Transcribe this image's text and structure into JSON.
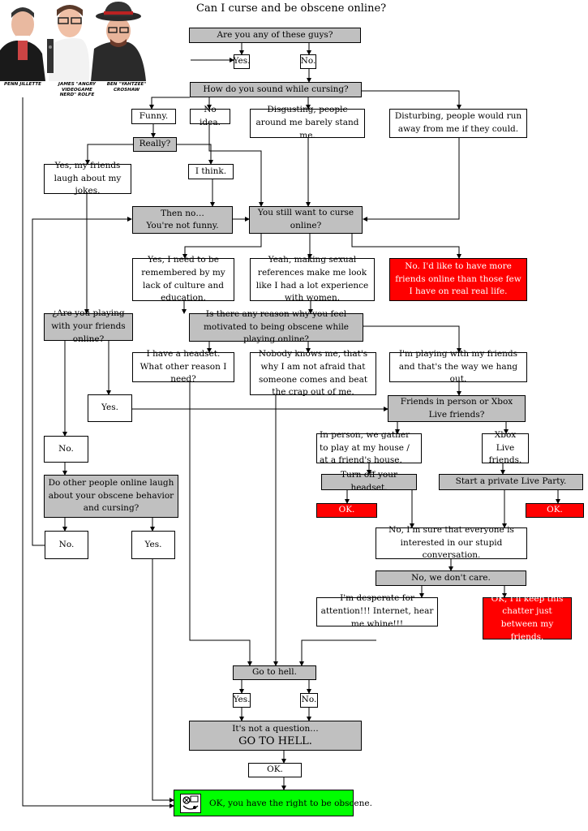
{
  "title": "Can I curse and be obscene online?",
  "captions": {
    "penn": "PENN JILLETTE",
    "james": "JAMES \"ANGRY VIDEOGAME NERD\" ROLFE",
    "ben": "BEN \"YAHTZEE\" CROSHAW"
  },
  "nodes": {
    "any_guys": "Are you any of these guys?",
    "yes_top": "Yes.",
    "no_top": "No.",
    "sound": "How do you sound while cursing?",
    "funny": "Funny.",
    "no_idea": "No idea.",
    "disgusting": "Disgusting, people around me barely stand me.",
    "disturbing": "Disturbing, people would run away from me if they could.",
    "really": "Really?",
    "friends_laugh": "Yes, my friends laugh about my jokes.",
    "i_think": "I think.",
    "then_no_1": "Then no…",
    "then_no_2": "You're not funny.",
    "still_want": "You still want to curse online?",
    "remembered": "Yes, I need to be remembered by my lack of culture and education.",
    "sexual": "Yeah, making sexual references make me look like I had a lot experience with women.",
    "more_friends": "No. I'd like to have more friends online than those few I have on real real life.",
    "playing_friends": "¿Are you playing with your friends online?",
    "any_reason": "Is there any reason why you feel motivated to being obscene while playing online?",
    "headset": "I have a headset. What other reason I need?",
    "nobody_knows": "Nobody knows me, that's why I am not afraid that someone comes and beat the crap out of me.",
    "hang_out": "I'm playing with my friends and that's the way we hang out.",
    "yes_mid": "Yes.",
    "in_person_q": "Friends in person or Xbox Live friends?",
    "in_person": "In person, we gather to play at my house / at a friend's house.",
    "xbox": "Xbox Live friends.",
    "no_mid": "No.",
    "turn_off": "Turn off your headset.",
    "private_party": "Start a private Live Party.",
    "ok_red_1": "OK.",
    "ok_red_2": "OK.",
    "laugh_obscene": "Do other people online laugh about your obscene behavior and cursing?",
    "interested": "No, I'm sure that everyone is interested in our stupid conversation.",
    "no_left": "No.",
    "yes_left": "Yes.",
    "dont_care": "No, we don't care.",
    "attention": "I'm desperate for attention!!! Internet, hear me whine!!!",
    "keep_chatter": "OK, I'll keep this chatter just between my friends.",
    "go_hell": "Go to hell.",
    "yes_bottom": "Yes.",
    "no_bottom": "No.",
    "not_question_1": "It's not a question…",
    "not_question_2": "GO TO HELL.",
    "ok_bottom": "OK.",
    "final": "OK, you have the right to be obscene."
  },
  "colors": {
    "gray": "#c0c0c0",
    "red": "#ff0000",
    "green": "#00ff00"
  }
}
